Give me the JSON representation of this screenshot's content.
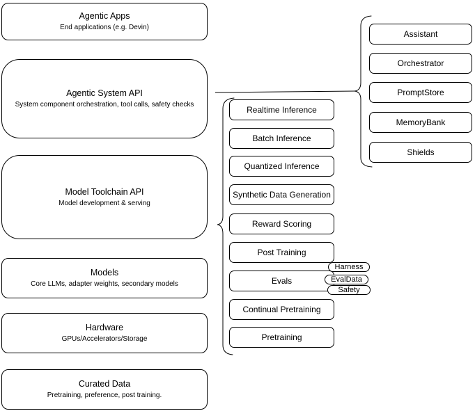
{
  "diagram": {
    "left_stack": [
      {
        "title": "Agentic Apps",
        "subtitle": "End applications (e.g. Devin)"
      },
      {
        "title": "Agentic System API",
        "subtitle": "System component orchestration, tool calls, safety checks"
      },
      {
        "title": "Model Toolchain API",
        "subtitle": "Model development & serving"
      },
      {
        "title": "Models",
        "subtitle": "Core LLMs, adapter weights, secondary models"
      },
      {
        "title": "Hardware",
        "subtitle": "GPUs/Accelerators/Storage"
      },
      {
        "title": "Curated Data",
        "subtitle": "Pretraining, preference, post training."
      }
    ],
    "toolchain_items": [
      "Realtime Inference",
      "Batch Inference",
      "Quantized Inference",
      "Synthetic Data Generation",
      "Reward Scoring",
      "Post Training",
      "Evals",
      "Continual Pretraining",
      "Pretraining"
    ],
    "evals_tags": [
      "Harness",
      "EvalData",
      "Safety"
    ],
    "system_components": [
      "Assistant",
      "Orchestrator",
      "PromptStore",
      "MemoryBank",
      "Shields"
    ],
    "colors": {
      "line": "#000000",
      "fill": "#ffffff"
    }
  }
}
